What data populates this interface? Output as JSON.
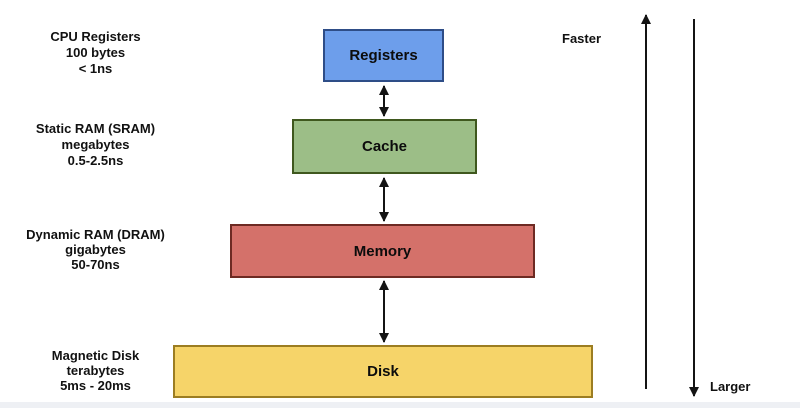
{
  "left_labels": [
    {
      "title": "CPU Registers",
      "size": "100 bytes",
      "speed": "< 1ns"
    },
    {
      "title": "Static RAM (SRAM)",
      "size": "megabytes",
      "speed": "0.5-2.5ns"
    },
    {
      "title": "Dynamic RAM (DRAM)",
      "size": "gigabytes",
      "speed": "50-70ns"
    },
    {
      "title": "Magnetic Disk",
      "size": "terabytes",
      "speed": "5ms - 20ms"
    }
  ],
  "boxes": [
    {
      "label": "Registers",
      "fill": "#6d9eeb",
      "border": "#2e4d87"
    },
    {
      "label": "Cache",
      "fill": "#9cbe87",
      "border": "#3f581e"
    },
    {
      "label": "Memory",
      "fill": "#d4716a",
      "border": "#6d2a23"
    },
    {
      "label": "Disk",
      "fill": "#f6d469",
      "border": "#9c7d22"
    }
  ],
  "scale": {
    "faster_label": "Faster",
    "larger_label": "Larger"
  }
}
